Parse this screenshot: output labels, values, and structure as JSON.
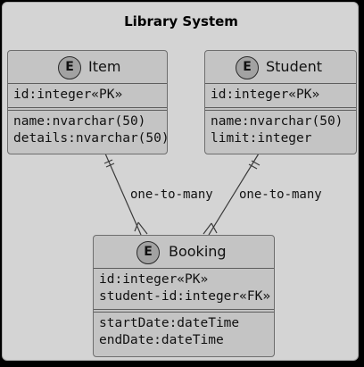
{
  "diagram": {
    "title": "Library System",
    "entities": [
      {
        "id": "item",
        "badge": "E",
        "name": "Item",
        "key_fields": [
          "id:integer«PK»"
        ],
        "fields": [
          "name:nvarchar(50)",
          "details:nvarchar(50)"
        ]
      },
      {
        "id": "student",
        "badge": "E",
        "name": "Student",
        "key_fields": [
          "id:integer«PK»"
        ],
        "fields": [
          "name:nvarchar(50)",
          "limit:integer"
        ]
      },
      {
        "id": "booking",
        "badge": "E",
        "name": "Booking",
        "key_fields": [
          "id:integer«PK»",
          "student-id:integer«FK»"
        ],
        "fields": [
          "startDate:dateTime",
          "endDate:dateTime"
        ]
      }
    ],
    "relations": [
      {
        "from": "item",
        "to": "booking",
        "label": "one-to-many"
      },
      {
        "from": "student",
        "to": "booking",
        "label": "one-to-many"
      }
    ]
  }
}
